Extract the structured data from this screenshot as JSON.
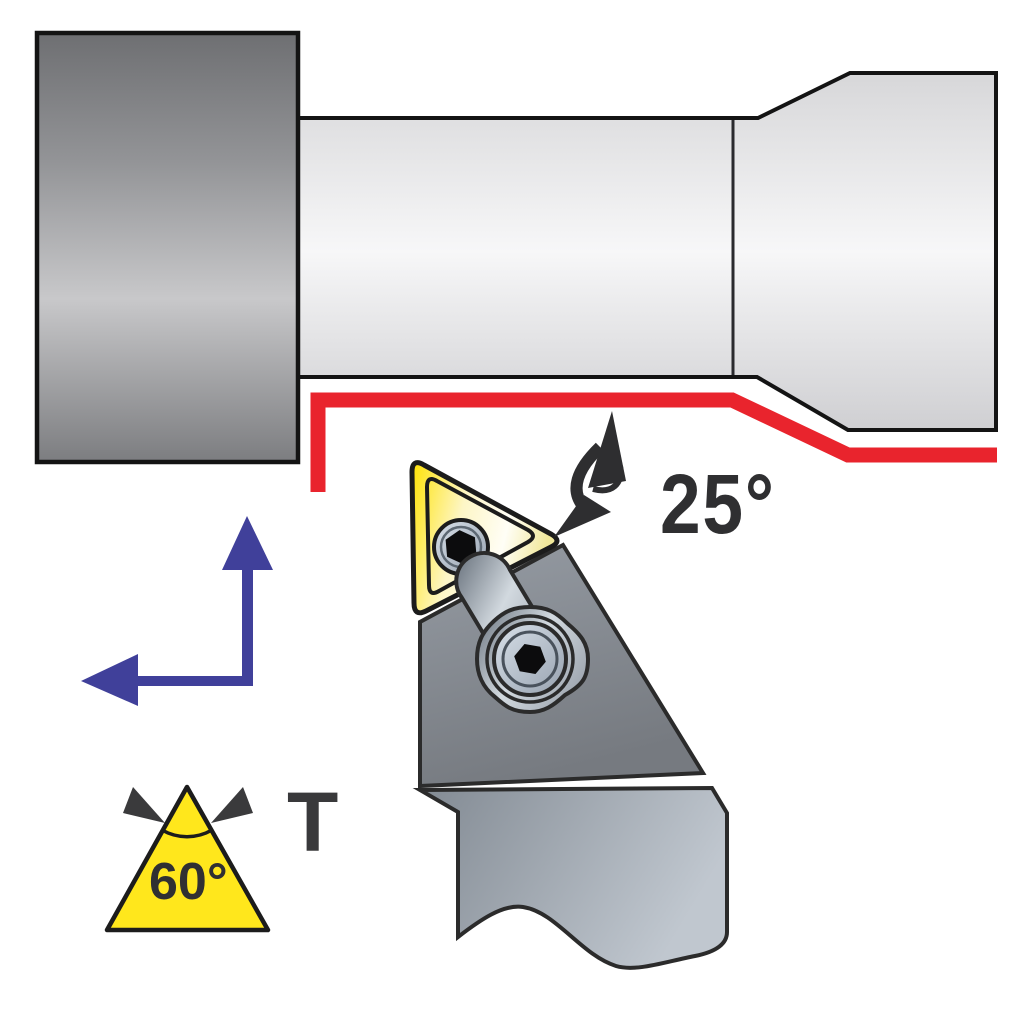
{
  "figure": {
    "type": "lathe-turning-tool-diagram",
    "labels": {
      "lead_angle": "25°",
      "insert_included_angle": "60°",
      "insert_shape_code": "T"
    },
    "elements": {
      "chuck": "lathe chuck",
      "workpiece": "stepped cylindrical workpiece",
      "toolpath": "red cutting path along workpiece profile",
      "feed_arrow": "blue L-shaped feed direction arrow (up and left)",
      "angle_arrow": "black curved double arrow marking 25° lead angle",
      "insert": "yellow triangular cutting insert with clamp and screws",
      "insert_shape_icon": "yellow 60° triangle icon with two pointer arrows and angle arc"
    },
    "colors": {
      "toolpath_red": "#e9242d",
      "feed_arrow_blue": "#40409a",
      "insert_yellow": "#ffe71c",
      "outline_black": "#1c1c1c",
      "text_dark": "#2f2f31"
    }
  }
}
